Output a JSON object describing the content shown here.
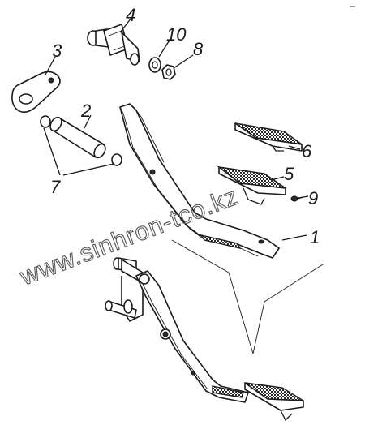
{
  "diagram": {
    "callouts": {
      "c1": "1",
      "c2": "2",
      "c3": "3",
      "c4": "4",
      "c5": "5",
      "c6": "6",
      "c7": "7",
      "c8": "8",
      "c9": "9",
      "c10": "10"
    },
    "watermark": "www.sinhron-tco.kz"
  }
}
